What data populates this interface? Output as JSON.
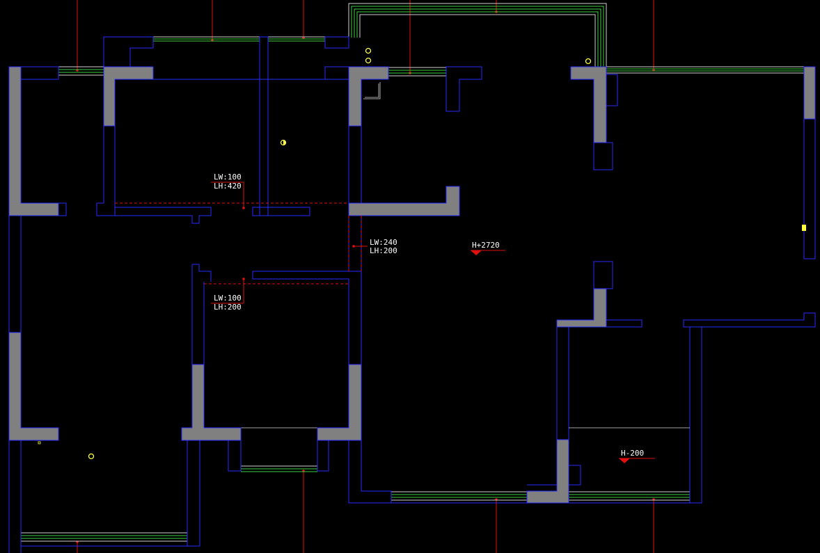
{
  "plan": {
    "labels": {
      "opening_top": {
        "lw": "LW:100",
        "lh": "LH:420"
      },
      "opening_mid": {
        "lw": "LW:240",
        "lh": "LH:200"
      },
      "opening_bottom": {
        "lw": "LW:100",
        "lh": "LH:200"
      },
      "level_main": "H+2720",
      "level_balcony": "H-200"
    },
    "colors": {
      "background": "#000000",
      "wall_fill": "#808080",
      "wall_outline": "#2a2aff",
      "window": "#3ecf3e",
      "dimension": "#e01010",
      "text": "#ffffff",
      "marker": "#ffff40"
    }
  }
}
